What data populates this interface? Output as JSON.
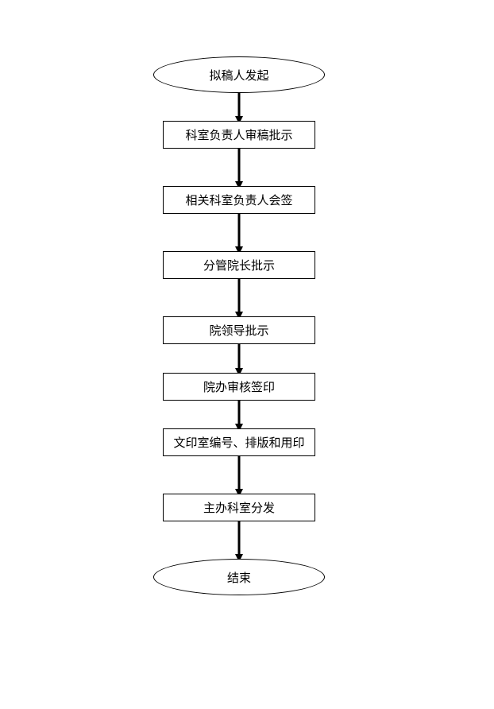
{
  "flowchart": {
    "start": "拟稿人发起",
    "steps": [
      "科室负责人审稿批示",
      "相关科室负责人会签",
      "分管院长批示",
      "院领导批示",
      "院办审核签印",
      "文印室编号、排版和用印",
      "主办科室分发"
    ],
    "end": "结束"
  }
}
